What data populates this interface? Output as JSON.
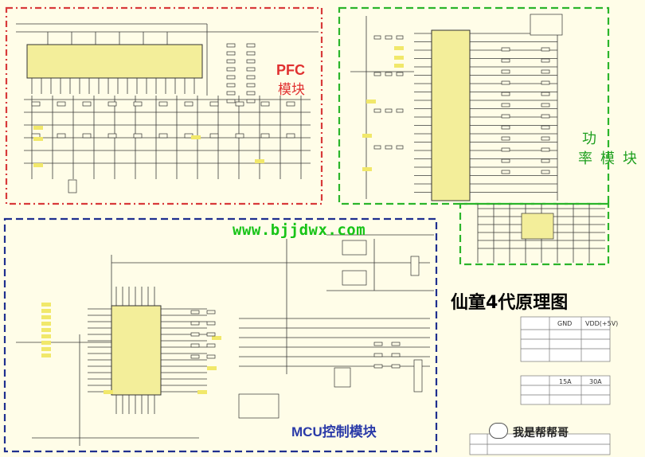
{
  "labels": {
    "pfc_title": "PFC",
    "pfc_sub": "模块",
    "power_1": "功",
    "power_2": "率模块",
    "url": "www.bjjdwx.com",
    "main_title": "仙童4代原理图",
    "mcu_title": "MCU控制模块",
    "watermark": "我是帮帮哥"
  },
  "table": {
    "gnd": "GND",
    "vdd": "VDD(+5V)",
    "col_15a": "15A",
    "col_30a": "30A"
  },
  "colors": {
    "pfc_border": "#d83a3a",
    "power_border": "#2bb52b",
    "mcu_border": "#1f2f8f",
    "wire": "#3a3a3a",
    "ic_fill": "#f3ee9a"
  }
}
